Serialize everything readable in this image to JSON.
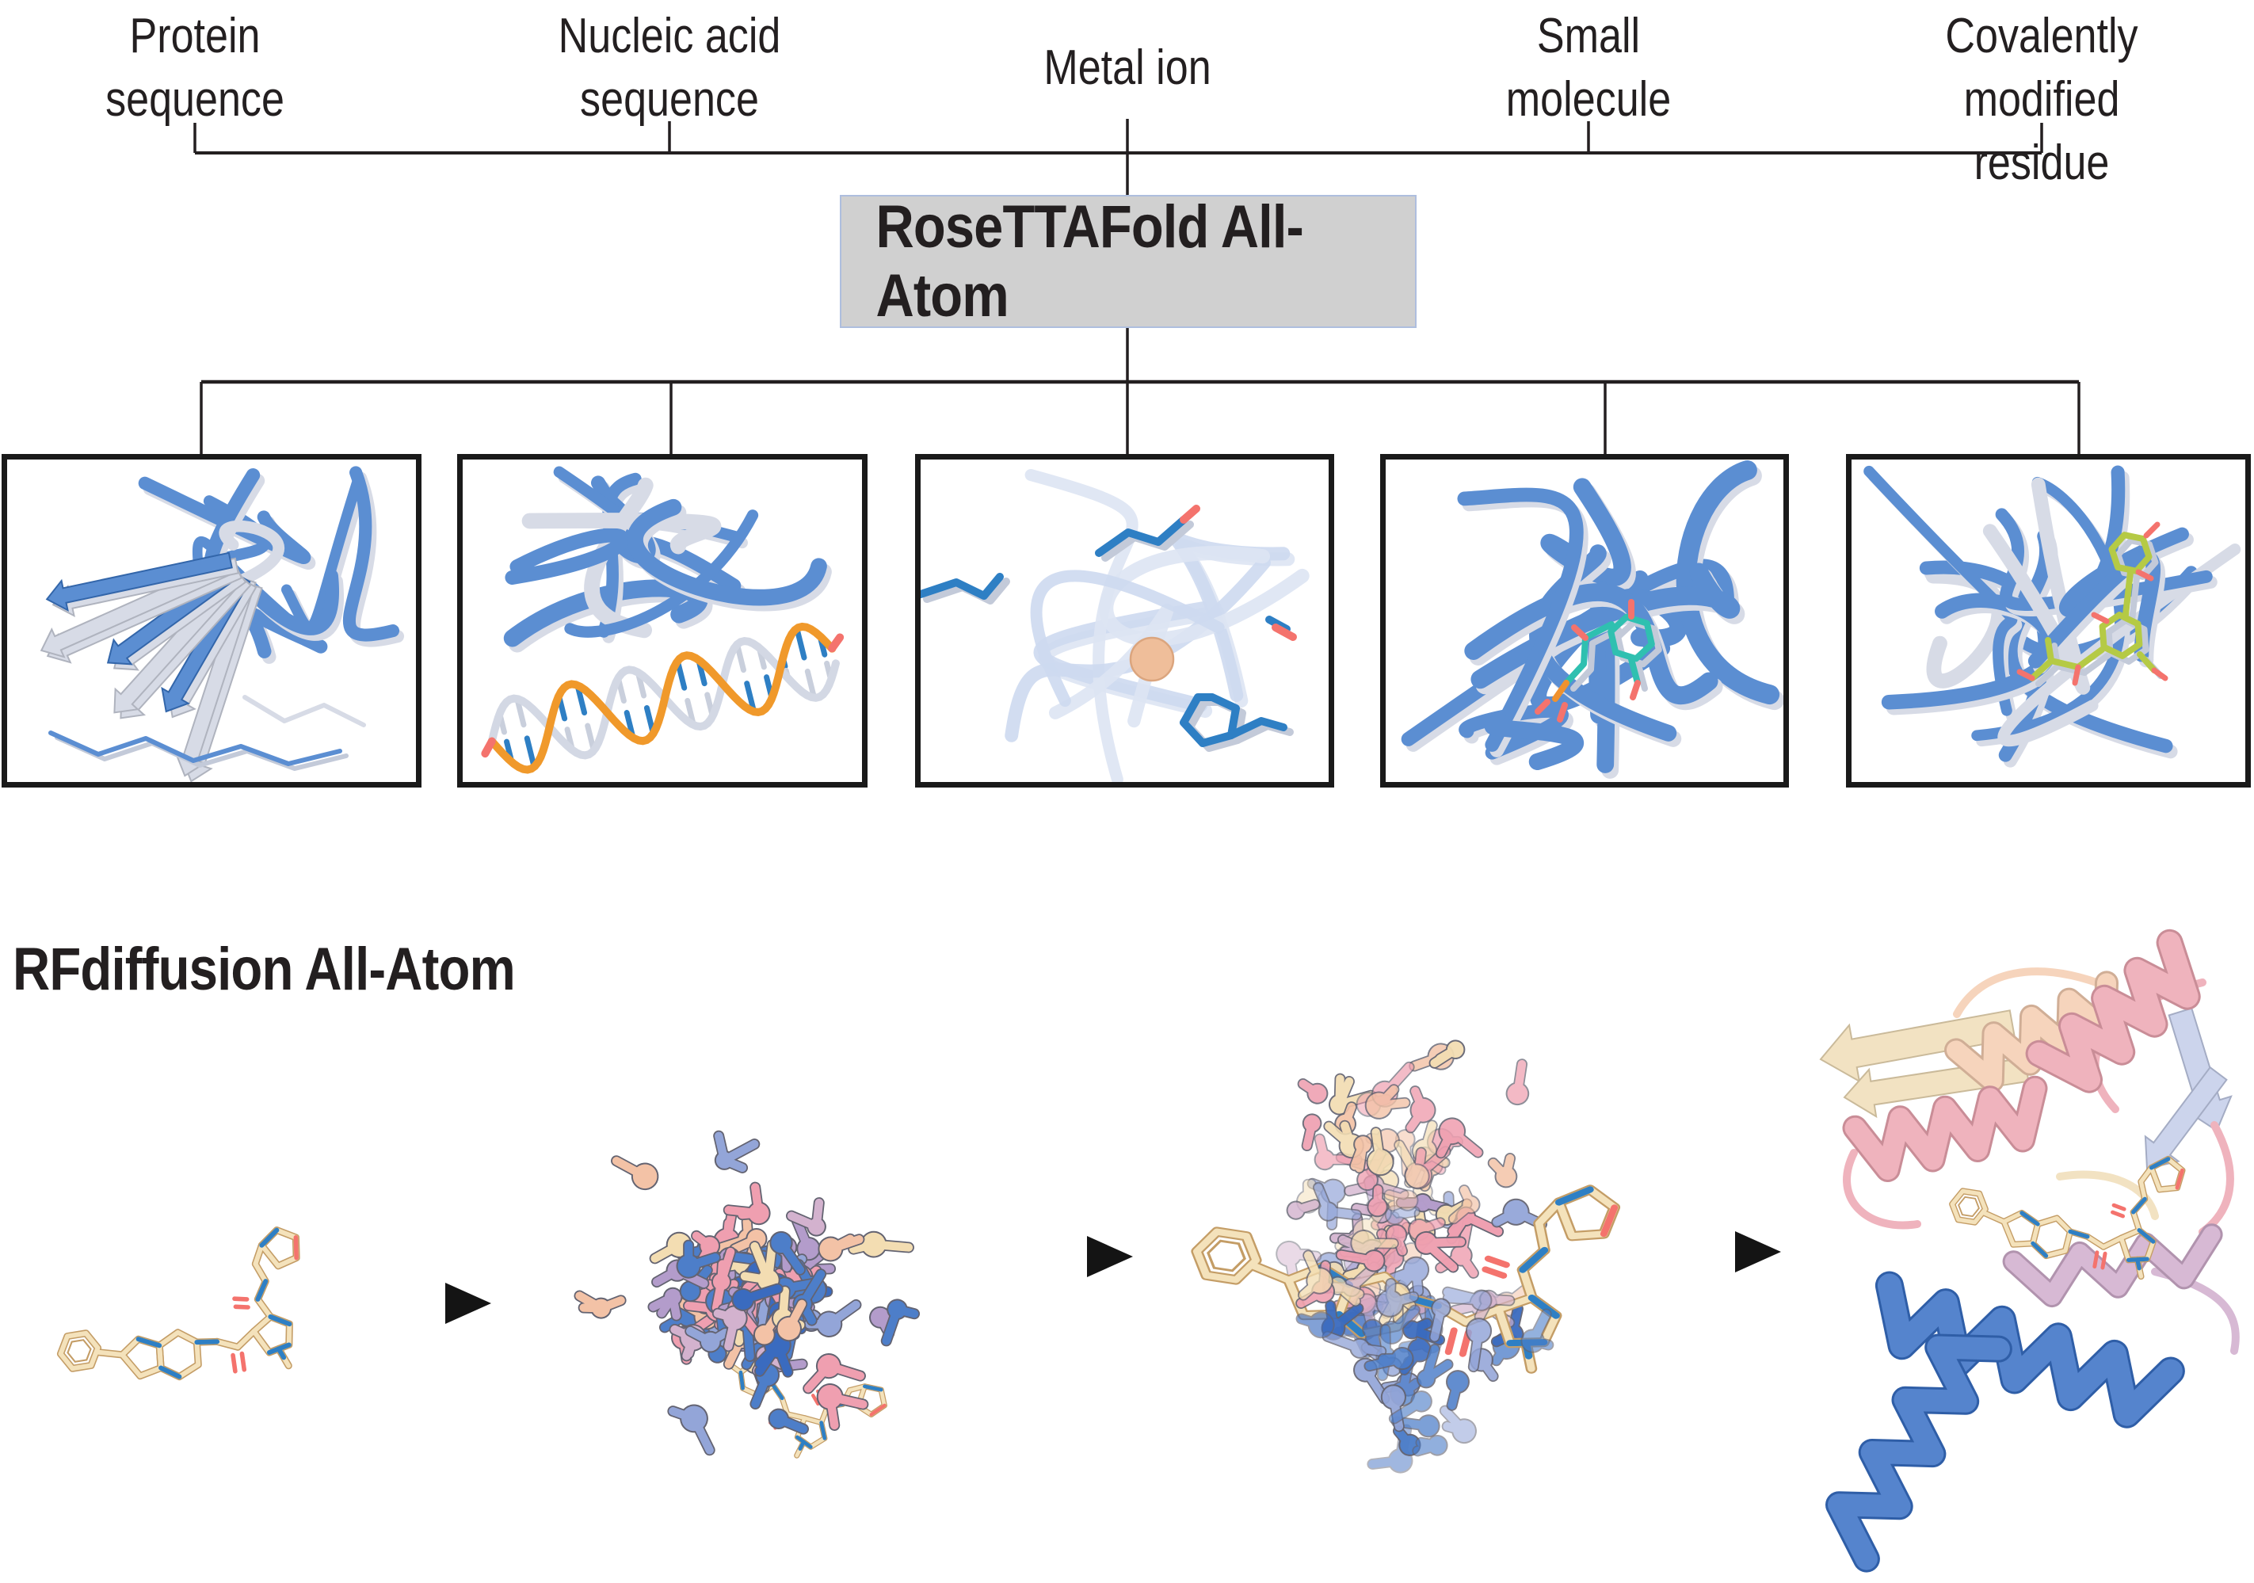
{
  "figure": {
    "inputs": [
      {
        "label": "Protein\nsequence"
      },
      {
        "label": "Nucleic acid\nsequence"
      },
      {
        "label": "Metal ion"
      },
      {
        "label": "Small\nmolecule"
      },
      {
        "label": "Covalently\nmodified residue"
      }
    ],
    "model": {
      "label": "RoseTTAFold All-Atom"
    },
    "design": {
      "heading": "RFdiffusion All-Atom"
    }
  },
  "palette": {
    "ink": "#231f20",
    "panel_border": "#1a1a1a",
    "box_fill": "#d0d0d0",
    "box_border": "#aebede",
    "protein_blue": "#5b8ed2",
    "protein_gray": "#d7dbe6",
    "pale_ribbon": "#dde4f3",
    "pale_ribbon2": "#cdd9f0",
    "stick_blue": "#2e7fc4",
    "stick_gray": "#c3cad9",
    "dna_orange": "#f0992b",
    "accent_red": "#f4736d",
    "metal_peach": "#efbe9a",
    "mol_teal": "#2fc0b0",
    "mol_green": "#b5ca45",
    "ligand_tan": "#f4e2bb",
    "ligand_tan_edge": "#c49d66",
    "arrow_dark": "#141414",
    "res_pink": "#ef9fb0",
    "res_salmon": "#f3c2a6",
    "res_cream": "#f3ddb2",
    "res_periwinkle": "#93a5d8",
    "res_blue": "#4d7ec9",
    "res_blue2": "#3a6bbf",
    "res_purple": "#b39ccb",
    "res_mauve": "#d3b2ce",
    "fold_pink": "#efb3bd",
    "fold_peach": "#f6d4bc",
    "fold_cream": "#f2e2c2",
    "fold_lavender": "#ccd4ec",
    "fold_blue": "#5584cd",
    "fold_mauve": "#d7b9d4"
  }
}
